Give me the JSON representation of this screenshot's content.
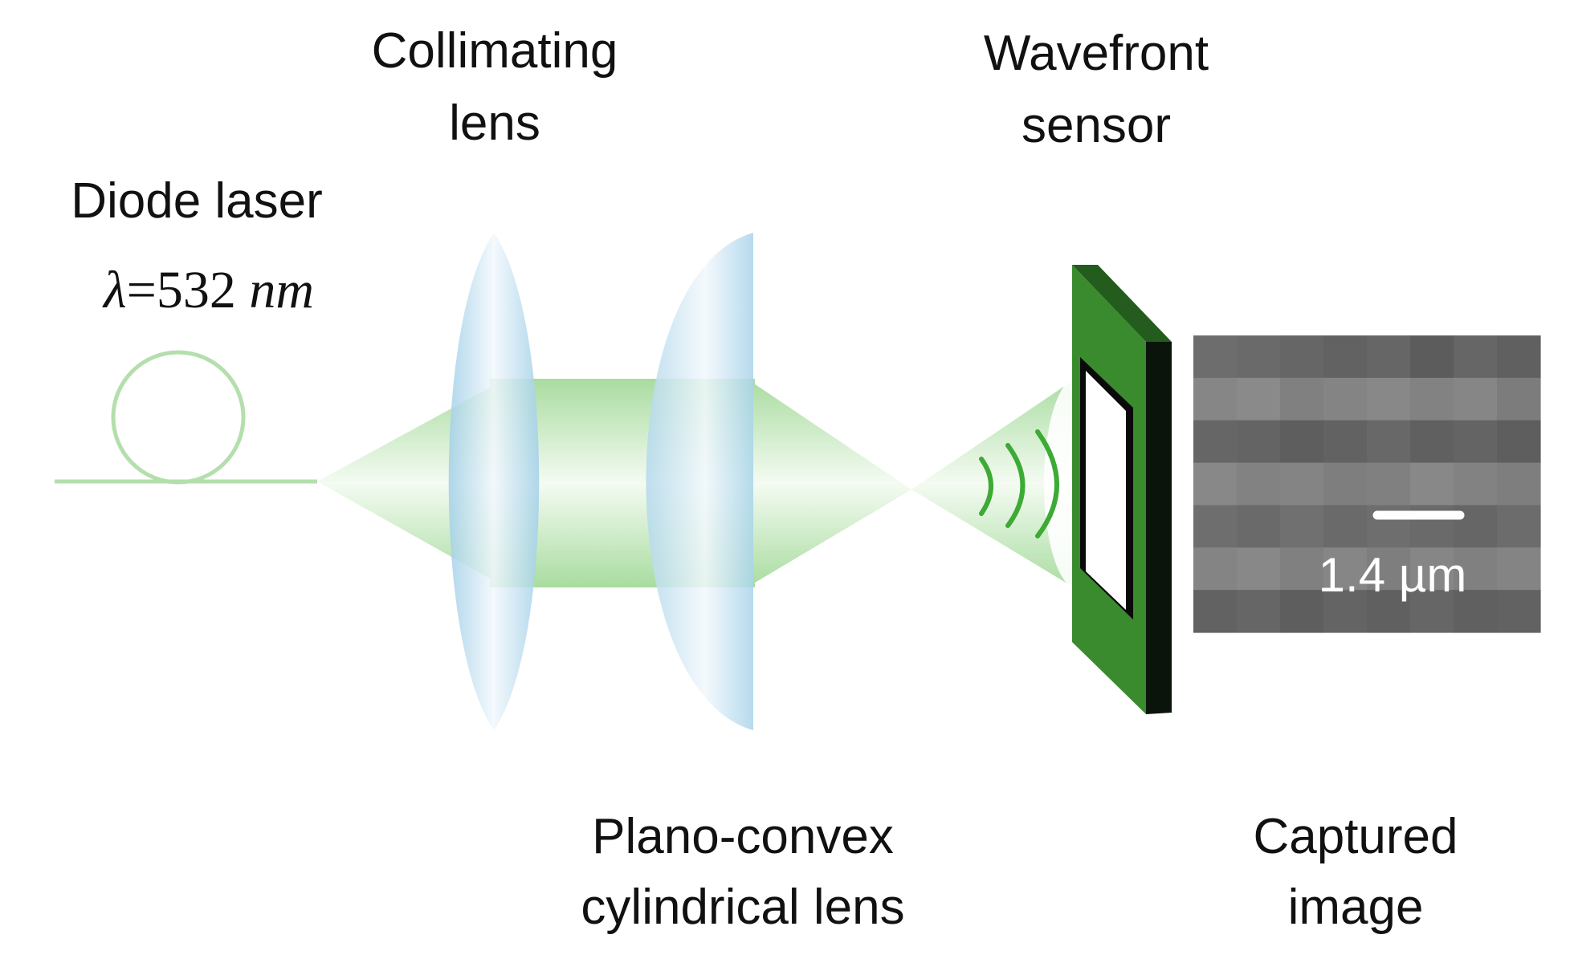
{
  "labels": {
    "diode_laser": "Diode laser",
    "wavelength_symbol": "λ",
    "wavelength_value": "=532 ",
    "wavelength_unit": "nm",
    "collimating_lens_line1": "Collimating",
    "collimating_lens_line2": "lens",
    "wavefront_sensor_line1": "Wavefront",
    "wavefront_sensor_line2": "sensor",
    "plano_convex_line1": "Plano-convex",
    "plano_convex_line2": "cylindrical lens",
    "captured_image_line1": "Captured",
    "captured_image_line2": "image",
    "scale_bar": "1.4 µm"
  },
  "colors": {
    "beam_green": "#a9dca0",
    "fiber_green": "#b4dfad",
    "lens_blue": "#a9d4ea",
    "sensor_green": "#3a8a2e",
    "sensor_dark_green": "#235c1d",
    "wave_green": "#3daa35",
    "captured_gray": "#6a6a6a"
  }
}
